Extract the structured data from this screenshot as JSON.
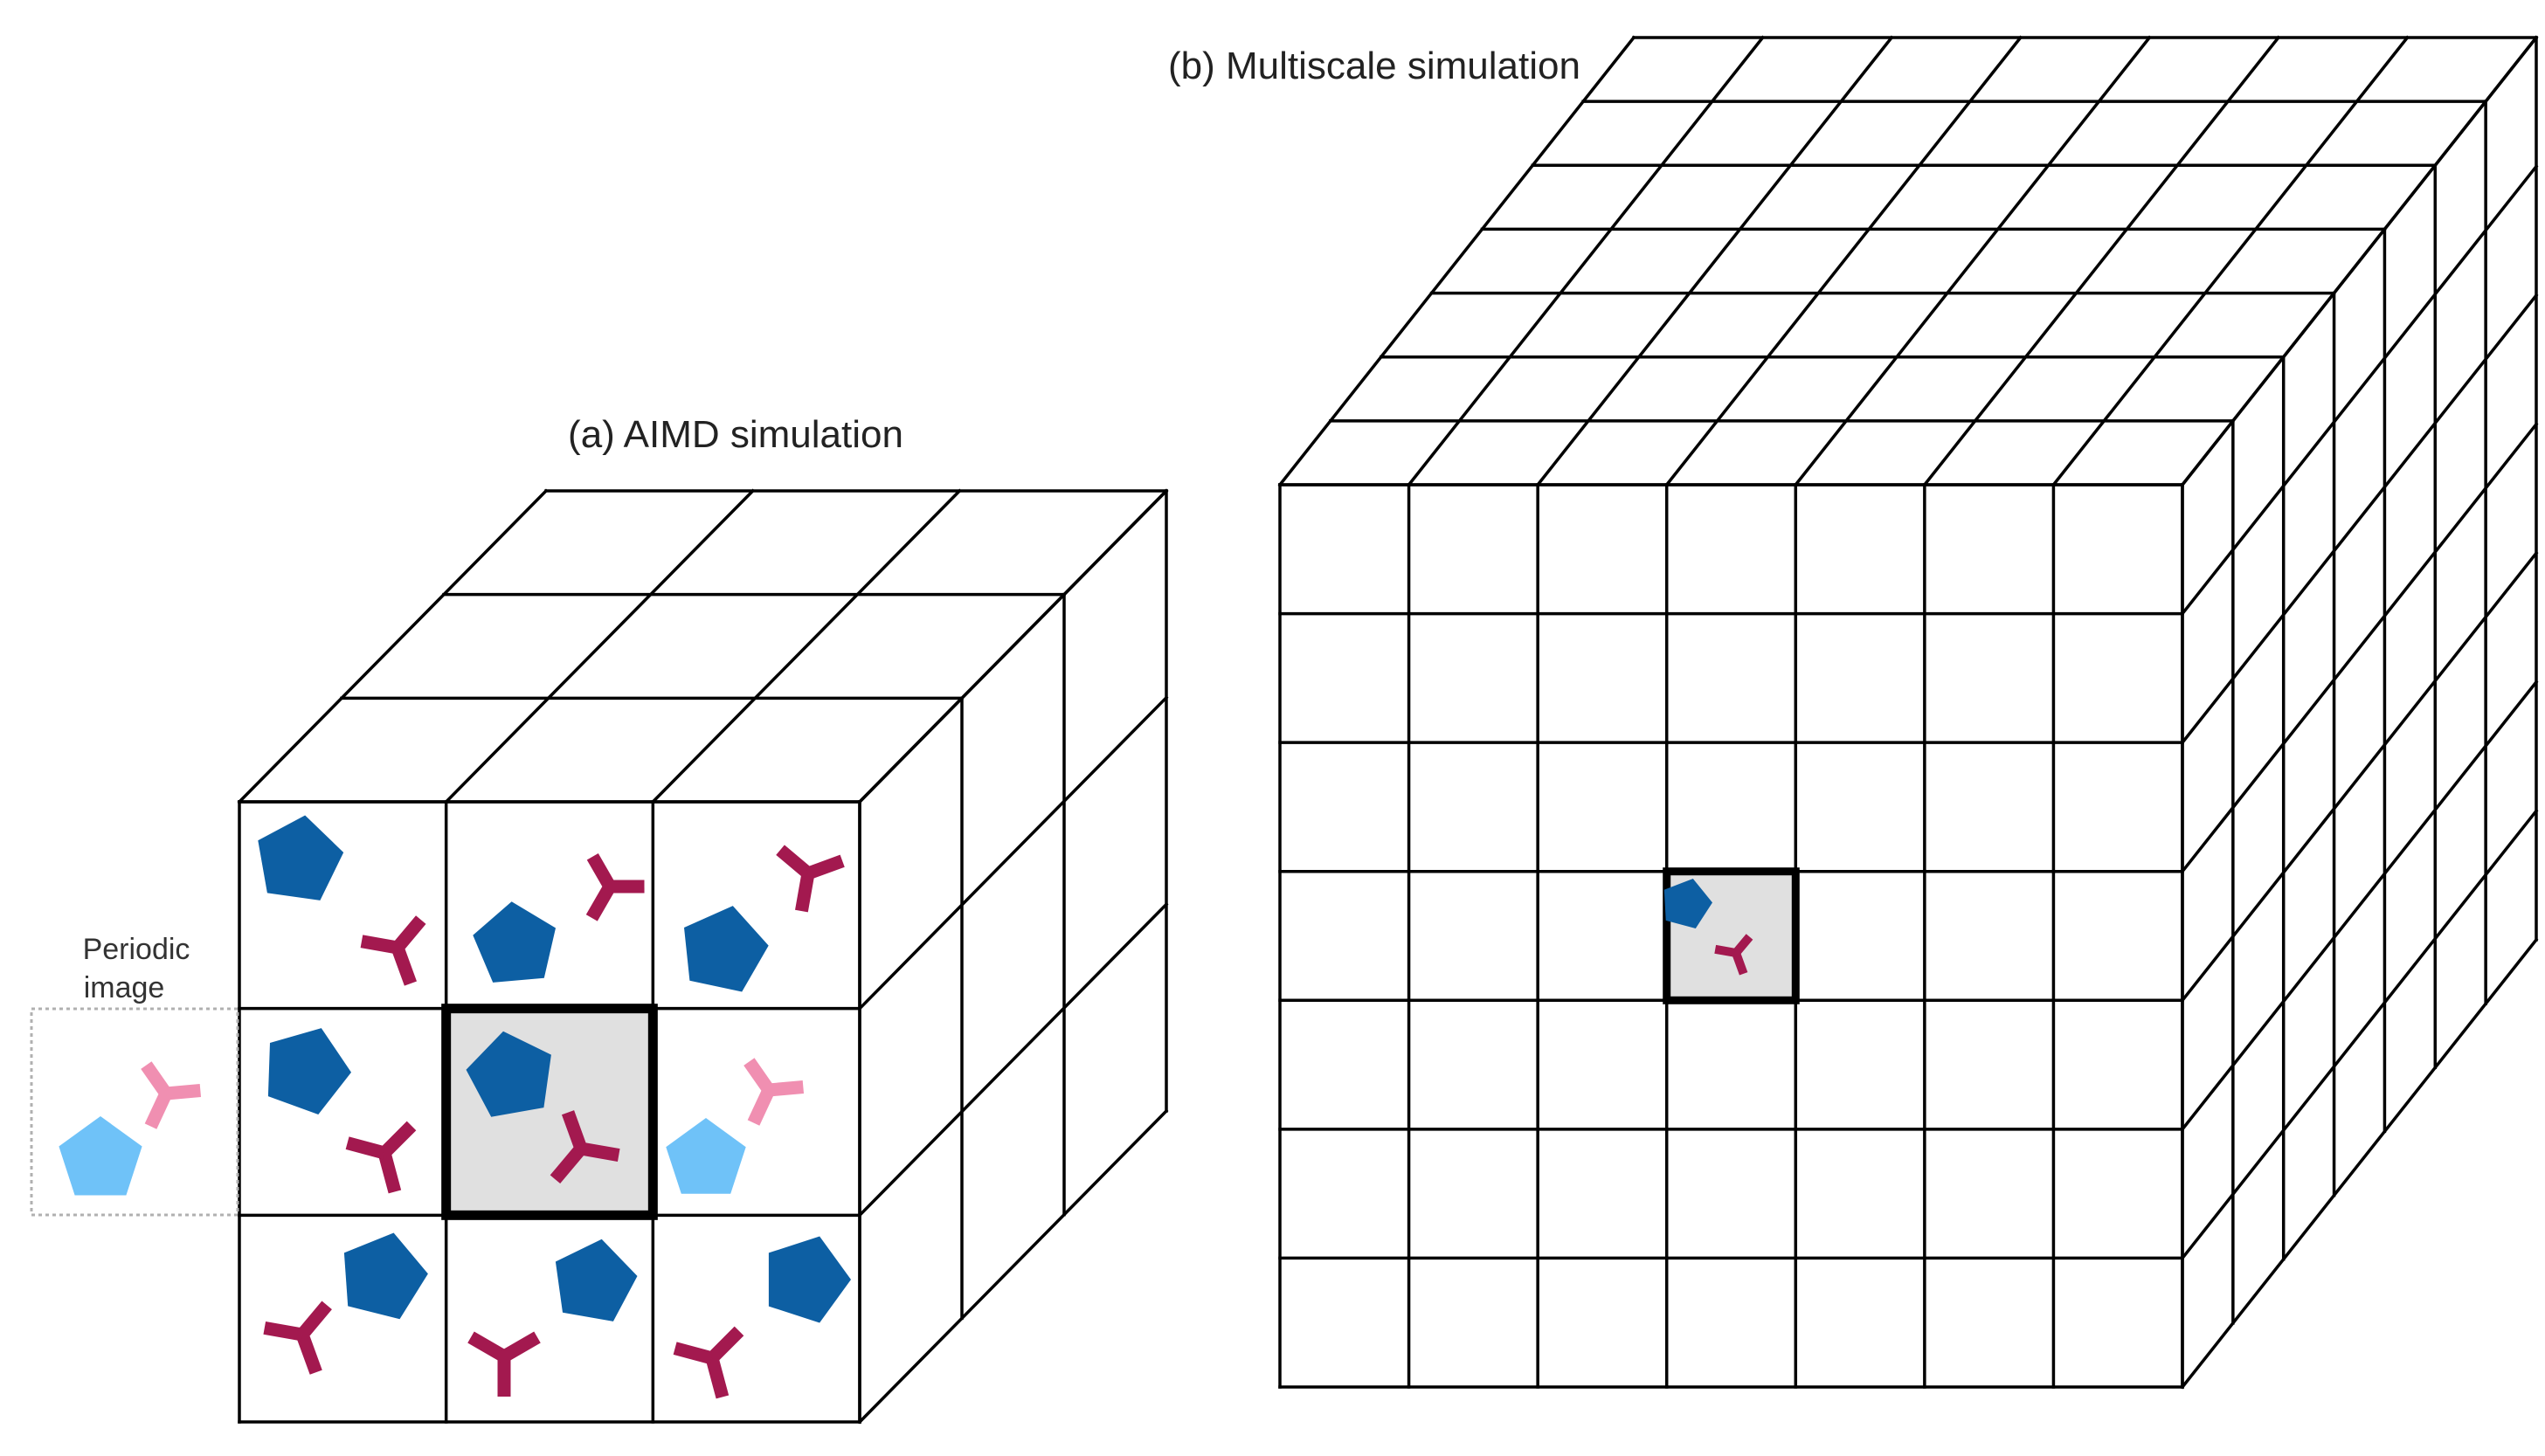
{
  "labels": {
    "aimd": "(a) AIMD simulation",
    "multiscale": "(b) Multiscale simulation",
    "periodic_line1": "Periodic",
    "periodic_line2": "image"
  },
  "colors": {
    "grid_line": "#000000",
    "center_fill": "#e0e0e0",
    "pentagon": "#0d5fa3",
    "ymol": "#a3194f",
    "image_pentagon": "#6fc2f8",
    "image_ymol": "#f08fb1",
    "dotted_box": "#b0b0b0"
  },
  "icons": {
    "pentagon": "pentagon-molecule-icon",
    "ymol": "y-shaped-molecule-icon"
  }
}
